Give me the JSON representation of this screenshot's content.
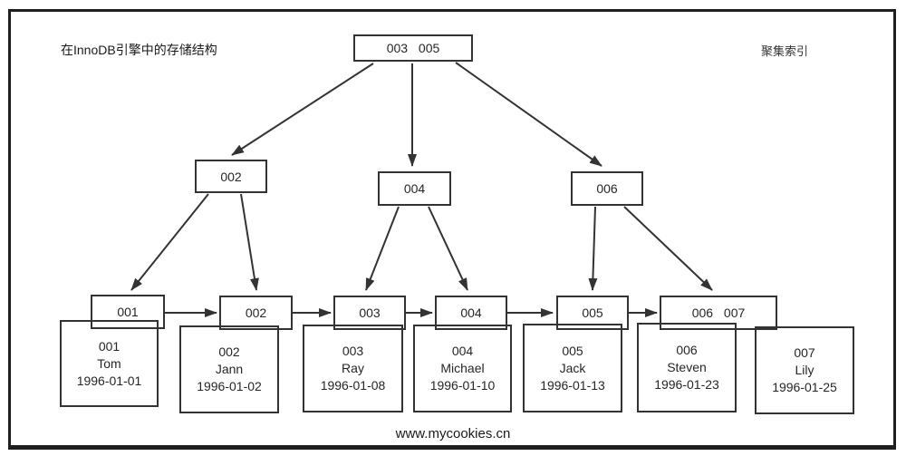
{
  "title": "在InnoDB引擎中的存储结构",
  "corner_label": "聚集索引",
  "footer": "www.mycookies.cn",
  "colors": {
    "line": "#333333",
    "text": "#262626",
    "frame": "#1f1f1f"
  },
  "tree": {
    "root": {
      "label": "003 005"
    },
    "internal": [
      {
        "label": "002"
      },
      {
        "label": "004"
      },
      {
        "label": "006"
      }
    ],
    "leaves": [
      {
        "label": "001"
      },
      {
        "label": "002"
      },
      {
        "label": "003"
      },
      {
        "label": "004"
      },
      {
        "label": "005"
      },
      {
        "label": "006 007"
      }
    ]
  },
  "records": [
    {
      "id": "001",
      "name": "Tom",
      "date": "1996-01-01"
    },
    {
      "id": "002",
      "name": "Jann",
      "date": "1996-01-02"
    },
    {
      "id": "003",
      "name": "Ray",
      "date": "1996-01-08"
    },
    {
      "id": "004",
      "name": "Michael",
      "date": "1996-01-10"
    },
    {
      "id": "005",
      "name": "Jack",
      "date": "1996-01-13"
    },
    {
      "id": "006",
      "name": "Steven",
      "date": "1996-01-23"
    },
    {
      "id": "007",
      "name": "Lily",
      "date": "1996-01-25"
    }
  ]
}
